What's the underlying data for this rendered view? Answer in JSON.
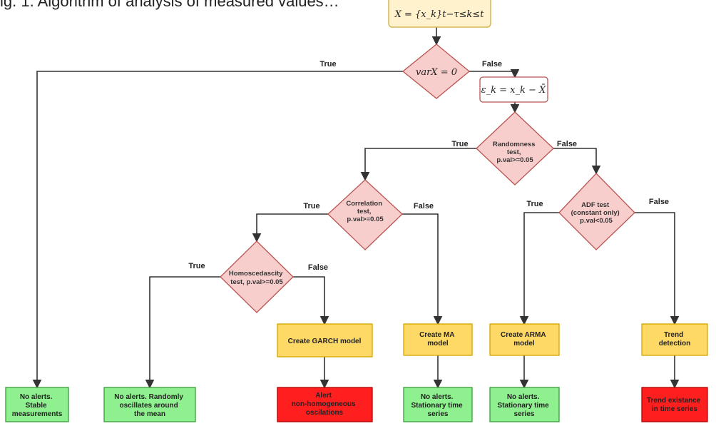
{
  "heading_fragment": "ig. 1. Algorithm of analysis of measured values…",
  "start": {
    "text": "X = {x_k}t−τ≤k≤t"
  },
  "nodes": {
    "var": {
      "text": "varX = 0"
    },
    "eps": {
      "text": "ε_k = x_k − X̄"
    },
    "random": {
      "lines": [
        "Randomness",
        "test,",
        "p.val>=0.05"
      ]
    },
    "corr": {
      "lines": [
        "Correlation",
        "test,",
        "p.val>=0.05"
      ]
    },
    "adf": {
      "lines": [
        "ADF test",
        "(constant only)",
        "p.val<0.05"
      ]
    },
    "homo": {
      "lines": [
        "Homoscedascity",
        "test, p.val>=0.05"
      ]
    },
    "garch": {
      "lines": [
        "Create GARCH model"
      ]
    },
    "ma": {
      "lines": [
        "Create MA",
        "model"
      ]
    },
    "arma": {
      "lines": [
        "Create ARMA",
        "model"
      ]
    },
    "trend": {
      "lines": [
        "Trend",
        "detection"
      ]
    },
    "out_stable": {
      "lines": [
        "No alerts.",
        "Stable",
        "measurements"
      ]
    },
    "out_random": {
      "lines": [
        "No alerts. Randomly",
        "oscillates around",
        "the mean"
      ]
    },
    "out_alert": {
      "lines": [
        "Alert",
        "non-homogeneous",
        "oscilations"
      ]
    },
    "out_ma": {
      "lines": [
        "No alerts.",
        "Stationary time",
        "series"
      ]
    },
    "out_arma": {
      "lines": [
        "No alerts.",
        "Stationary time",
        "series"
      ]
    },
    "out_trend": {
      "lines": [
        "Trend existance",
        "in time series"
      ]
    }
  },
  "branch_labels": {
    "true": "True",
    "false": "False"
  },
  "colors": {
    "diamond_fill": "#f8cecc",
    "diamond_stroke": "#b85450",
    "process_fill": "#ffd966",
    "process_stroke": "#d6a400",
    "start_fill": "#fff2cc",
    "start_stroke": "#d6b656",
    "green_fill": "#8ef08e",
    "green_stroke": "#3a9a3a",
    "red_fill": "#ff1f1f",
    "red_stroke": "#b00000",
    "eps_stroke": "#b85450"
  }
}
